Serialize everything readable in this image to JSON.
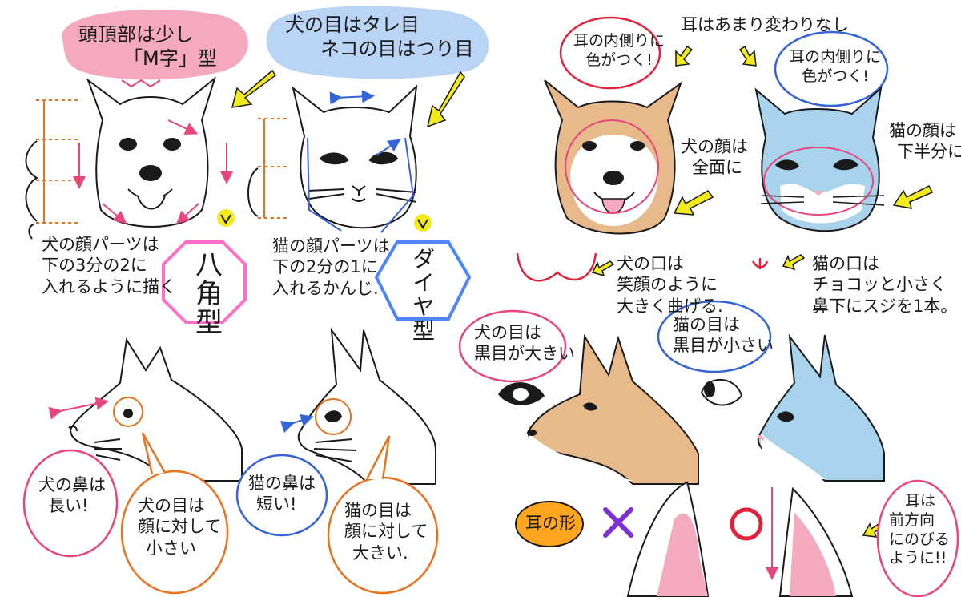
{
  "colors": {
    "pink": "#e8457e",
    "pink_fill": "#f4a9bf",
    "blue": "#3563d8",
    "blue_fill": "#b9d4f5",
    "yellow": "#f2ea1c",
    "orange": "#e8721e",
    "dog_fur": "#e8b98a",
    "cat_fur": "#a9d3ec",
    "purple": "#7e2fd1",
    "red": "#e2213b",
    "ink": "#1a1a1a"
  },
  "labels": {
    "head_top": [
      "頭頂部は少し",
      "「M字」型"
    ],
    "eyes_compare": [
      "犬の目はタレ目",
      "ネコの目はつり目"
    ],
    "dog_face_parts": [
      "犬の顔パーツは",
      "下の3分の2に",
      "入れるように描く"
    ],
    "cat_face_parts": [
      "猫の顔パーツは",
      "下の2分の1に",
      "入れるかんじ."
    ],
    "octagon": "八角型",
    "diamond": "ダイヤ型",
    "ear_inner_left": [
      "耳の内側りに",
      "色がつく!"
    ],
    "ear_inner_right": [
      "耳の内側りに",
      "色がつく!"
    ],
    "ears_same": "耳はあまり変わりなし",
    "dog_face_whole": [
      "犬の顔は",
      "全面に"
    ],
    "cat_face_lower": [
      "猫の顔は",
      "下半分に"
    ],
    "dog_mouth": [
      "犬の口は",
      "笑顔のように",
      "大きく曲げる."
    ],
    "cat_mouth": [
      "猫の口は",
      "チョコッと小さく",
      "鼻下にスジを1本。"
    ],
    "dog_eye_big": [
      "犬の目は",
      "黒目が大きい"
    ],
    "cat_eye_small": [
      "猫の目は",
      "黒目が小さい"
    ],
    "dog_nose_long": [
      "犬の鼻は",
      "長い!"
    ],
    "cat_nose_short": [
      "猫の鼻は",
      "短い!"
    ],
    "dog_eye_small": [
      "犬の目は",
      "顔に対して",
      "小さい"
    ],
    "cat_eye_big": [
      "猫の目は",
      "顔に対して",
      "大きい."
    ],
    "ear_shape": "耳の形",
    "ear_forward": [
      "耳は",
      "前方向",
      "にのびる",
      "ように!!"
    ]
  }
}
